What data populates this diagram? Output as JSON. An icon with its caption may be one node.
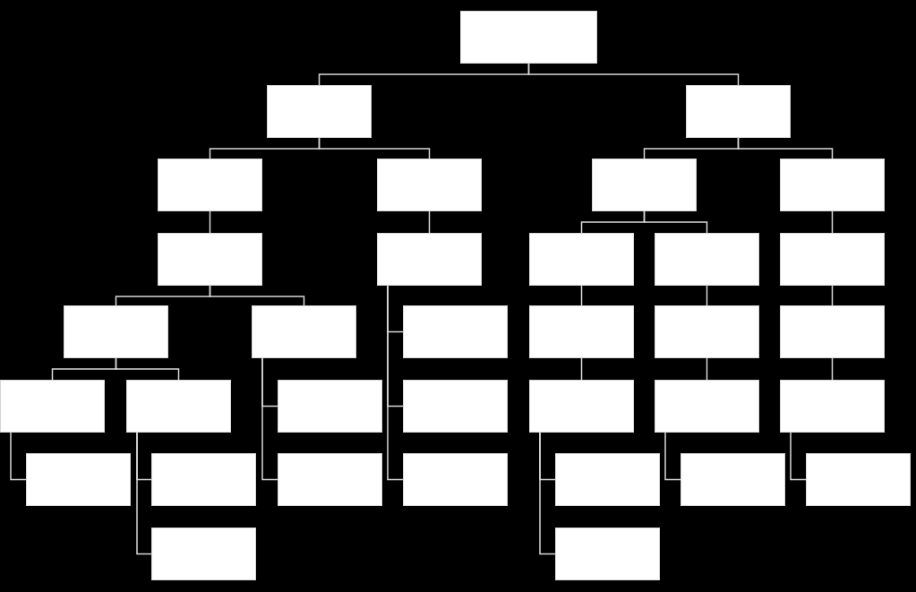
{
  "diagram": {
    "nodes": [
      {
        "text": [],
        "shape": "box"
      },
      {
        "text": [],
        "shape": "box"
      },
      {
        "text": [],
        "shape": "box"
      },
      {
        "text": [],
        "shape": "box"
      },
      {
        "text": [],
        "shape": "box"
      },
      {
        "text": [],
        "shape": "box"
      },
      {
        "text": [],
        "shape": "box"
      },
      {
        "text": [],
        "shape": "box"
      },
      {
        "text": [],
        "shape": "box"
      },
      {
        "text": [],
        "shape": "box"
      },
      {
        "text": [],
        "shape": "box"
      },
      {
        "text": [],
        "shape": "box"
      },
      {
        "text": [],
        "shape": "box"
      },
      {
        "text": [],
        "shape": "box"
      },
      {
        "text": [],
        "shape": "box"
      },
      {
        "text": [],
        "shape": "box"
      },
      {
        "text": [],
        "shape": "box"
      },
      {
        "text": [],
        "shape": "box"
      },
      {
        "text": [],
        "shape": "box"
      },
      {
        "text": [],
        "shape": "box"
      },
      {
        "text": [],
        "shape": "box"
      },
      {
        "text": [],
        "shape": "box"
      },
      {
        "text": [],
        "shape": "box"
      },
      {
        "text": [],
        "shape": "box"
      },
      {
        "text": [],
        "shape": "box"
      },
      {
        "text": [],
        "shape": "box"
      },
      {
        "text": [],
        "shape": "box"
      },
      {
        "text": [],
        "shape": "box"
      },
      {
        "text": [],
        "shape": "box"
      },
      {
        "text": [],
        "shape": "box"
      },
      {
        "text": [],
        "shape": "box"
      },
      {
        "text": [],
        "shape": "box"
      },
      {
        "text": [],
        "shape": "box"
      },
      {
        "text": [],
        "shape": "box"
      }
    ],
    "edges": [
      {
        "from": 0,
        "to": 1,
        "arrow": "none"
      },
      {
        "from": 0,
        "to": 2,
        "arrow": "none"
      },
      {
        "from": 1,
        "to": 3,
        "arrow": "none"
      },
      {
        "from": 1,
        "to": 4,
        "arrow": "none"
      },
      {
        "from": 2,
        "to": 5,
        "arrow": "none"
      },
      {
        "from": 2,
        "to": 6,
        "arrow": "none"
      },
      {
        "from": 3,
        "to": 7,
        "arrow": "none"
      },
      {
        "from": 4,
        "to": 8,
        "arrow": "none"
      },
      {
        "from": 5,
        "to": 9,
        "arrow": "none"
      },
      {
        "from": 5,
        "to": 10,
        "arrow": "none"
      },
      {
        "from": 6,
        "to": 11,
        "arrow": "none"
      },
      {
        "from": 7,
        "to": 12,
        "arrow": "none"
      },
      {
        "from": 7,
        "to": 13,
        "arrow": "none"
      },
      {
        "from": 8,
        "to": 14,
        "arrow": "none"
      },
      {
        "from": 8,
        "to": 21,
        "arrow": "none"
      },
      {
        "from": 8,
        "to": 28,
        "arrow": "none"
      },
      {
        "from": 9,
        "to": 15,
        "arrow": "none"
      },
      {
        "from": 15,
        "to": 22,
        "arrow": "none"
      },
      {
        "from": 22,
        "to": 29,
        "arrow": "none"
      },
      {
        "from": 22,
        "to": 33,
        "arrow": "none"
      },
      {
        "from": 10,
        "to": 16,
        "arrow": "none"
      },
      {
        "from": 16,
        "to": 23,
        "arrow": "none"
      },
      {
        "from": 23,
        "to": 30,
        "arrow": "none"
      },
      {
        "from": 11,
        "to": 17,
        "arrow": "none"
      },
      {
        "from": 17,
        "to": 24,
        "arrow": "none"
      },
      {
        "from": 24,
        "to": 31,
        "arrow": "none"
      },
      {
        "from": 12,
        "to": 18,
        "arrow": "none"
      },
      {
        "from": 12,
        "to": 19,
        "arrow": "none"
      },
      {
        "from": 13,
        "to": 20,
        "arrow": "none"
      },
      {
        "from": 13,
        "to": 27,
        "arrow": "none"
      },
      {
        "from": 18,
        "to": 25,
        "arrow": "none"
      },
      {
        "from": 19,
        "to": 26,
        "arrow": "none"
      },
      {
        "from": 19,
        "to": 32,
        "arrow": "none"
      }
    ]
  }
}
